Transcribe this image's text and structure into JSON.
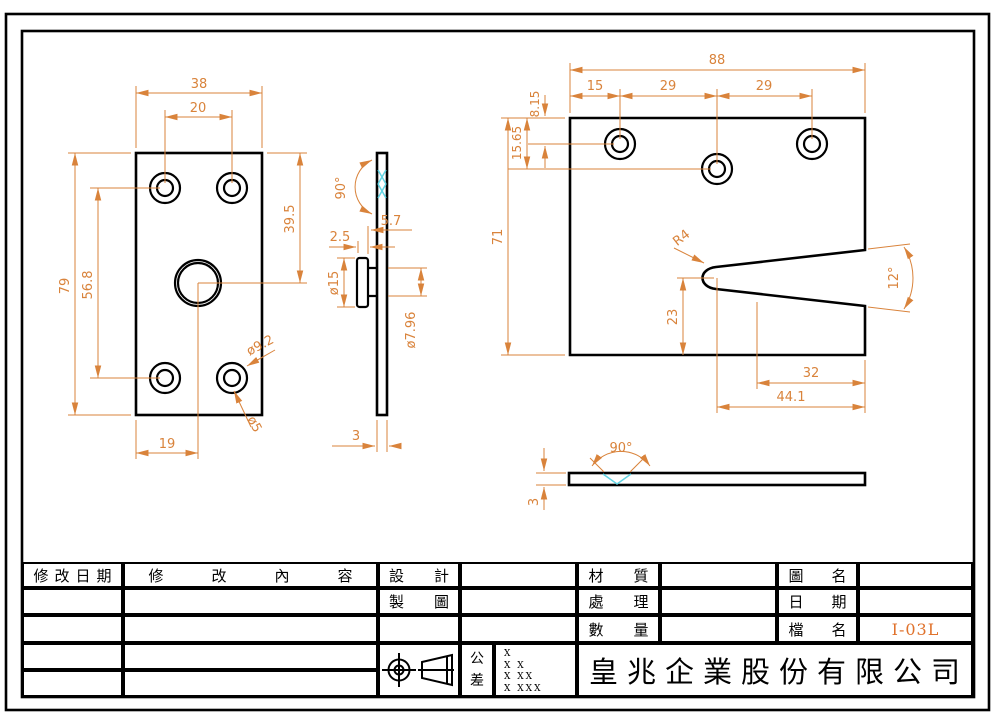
{
  "colors": {
    "line": "#000000",
    "dimension": "#D9833B",
    "chamfer": "#62D4E3",
    "file_name_accent": "#E0722C"
  },
  "views": {
    "front": {
      "width": "38",
      "hole_pitch": "20",
      "height": "79",
      "hole_pitch_v": "56.8",
      "boss_from_top": "39.5",
      "boss_from_left": "19",
      "counterbore_dia": "ø9.2",
      "hole_dia": "ø5"
    },
    "side": {
      "chamfer_angle": "90°",
      "boss_depth": "5.7",
      "boss_cap": "2.5",
      "boss_dia": "ø15",
      "shaft_dia": "ø7.96",
      "thickness": "3"
    },
    "plan": {
      "width": "88",
      "pitch_1": "15",
      "pitch_2": "29",
      "pitch_3": "29",
      "edge_to_hole": "8.15",
      "edge_to_hole_2": "15.65",
      "height": "71",
      "slot_radius": "R4",
      "slot_angle": "12°",
      "slot_from_bottom": "23",
      "slot_straight": "32",
      "slot_depth": "44.1"
    },
    "section": {
      "countersink_angle": "90°",
      "thickness": "3"
    }
  },
  "title_block": {
    "revision_date_label": "修改日期",
    "revision_content_label": "修改內容",
    "design_label": "設計",
    "drafting_label": "製圖",
    "material_label": "材質",
    "treatment_label": "處理",
    "quantity_label": "數量",
    "drawing_name_label": "圖名",
    "date_label": "日期",
    "file_label": "檔名",
    "file_value": "I-03L",
    "tolerance_label": "公差",
    "tolerance_rows": [
      "X",
      "X X",
      "X XX",
      "X XXX"
    ],
    "company_name": "皇兆企業股份有限公司"
  }
}
